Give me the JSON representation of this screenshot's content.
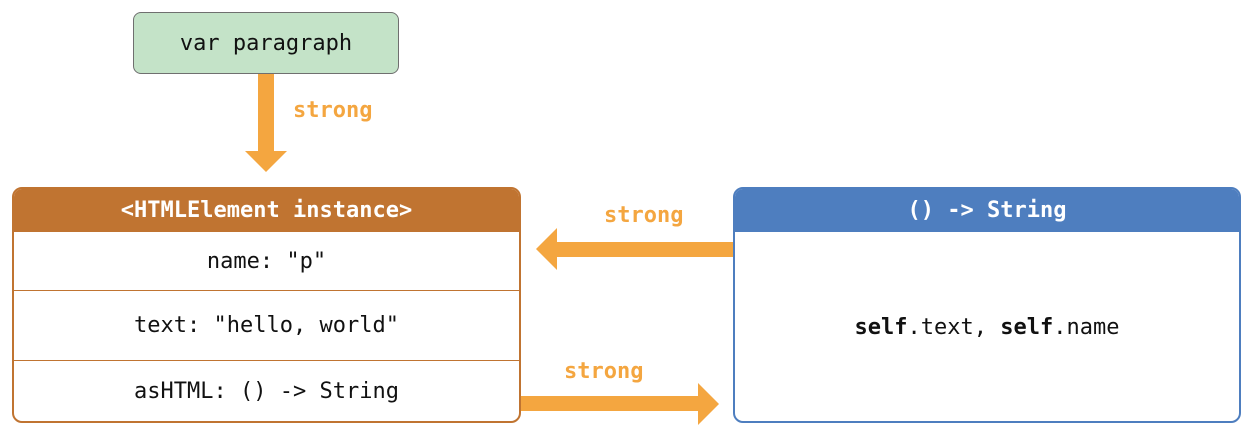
{
  "variable": {
    "label": "var paragraph"
  },
  "instance": {
    "title": "<HTMLElement instance>",
    "rows": [
      "name: \"p\"",
      "text: \"hello, world\"",
      "asHTML: () -> String"
    ]
  },
  "closure": {
    "title": "() -> String",
    "body": {
      "kw1": "self",
      "rest1": ".text, ",
      "kw2": "self",
      "rest2": ".name"
    }
  },
  "arrows": {
    "var_to_instance": "strong",
    "closure_to_instance": "strong",
    "instance_to_closure": "strong"
  },
  "colors": {
    "arrow": "#f4a640",
    "instance": "#c07431",
    "closure": "#4e7ebf",
    "variable_fill": "#c4e3c8"
  }
}
